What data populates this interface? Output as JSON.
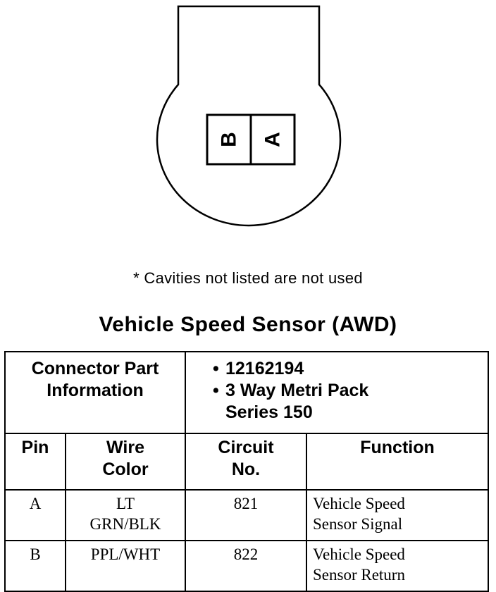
{
  "connector": {
    "cavities": [
      "B",
      "A"
    ]
  },
  "note": "* Cavities not listed are not used",
  "title": "Vehicle Speed Sensor (AWD)",
  "part_info": {
    "label_line1": "Connector Part",
    "label_line2": "Information",
    "items": [
      "12162194",
      "3 Way Metri Pack",
      "Series 150"
    ]
  },
  "columns": {
    "pin": "Pin",
    "wire_color_line1": "Wire",
    "wire_color_line2": "Color",
    "circuit_line1": "Circuit",
    "circuit_line2": "No.",
    "function": "Function"
  },
  "rows": [
    {
      "pin": "A",
      "wire_line1": "LT",
      "wire_line2": "GRN/BLK",
      "circuit": "821",
      "function_line1": "Vehicle Speed",
      "function_line2": "Sensor Signal"
    },
    {
      "pin": "B",
      "wire_line1": "PPL/WHT",
      "wire_line2": "",
      "circuit": "822",
      "function_line1": "Vehicle Speed",
      "function_line2": "Sensor Return"
    }
  ]
}
